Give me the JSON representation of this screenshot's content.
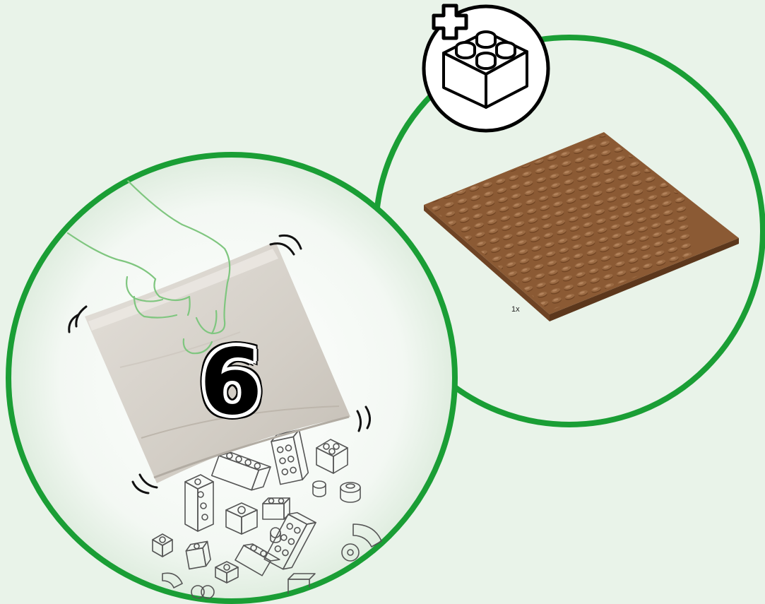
{
  "step": {
    "bag_number": "6",
    "quantity_label": "1x"
  },
  "parts": {
    "item": "brown-baseplate",
    "color": "#8b5a34"
  },
  "icons": {
    "add_part": "plus-brick-icon",
    "bag": "polybag-illustration",
    "hand": "hand-outline-illustration",
    "bricks": "spilled-bricks-illustration"
  },
  "colors": {
    "background": "#e9f3e9",
    "circle_outline": "#1a9e35",
    "hand_outline": "#7fc67f"
  }
}
